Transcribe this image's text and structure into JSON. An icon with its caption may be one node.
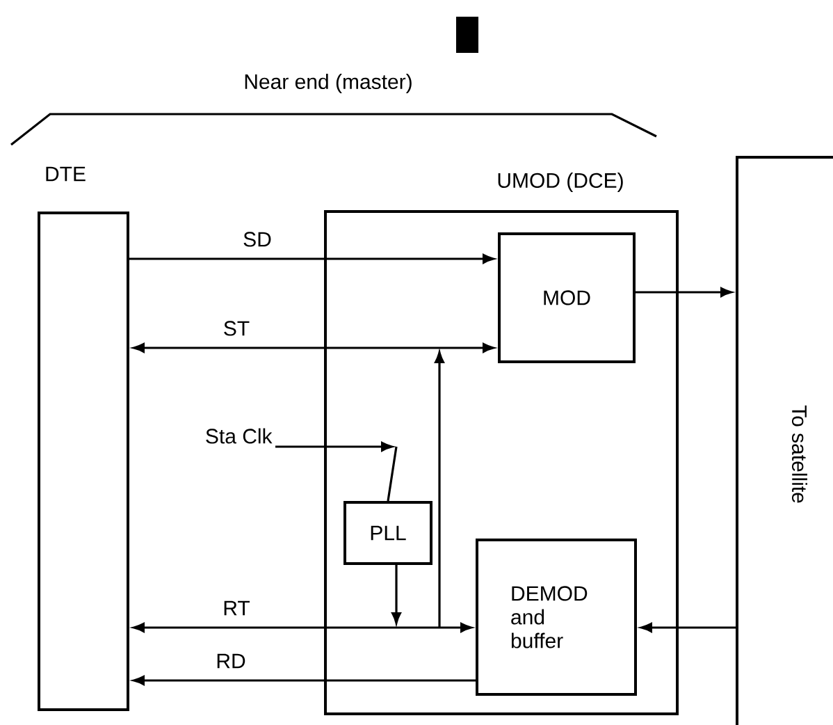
{
  "diagram": {
    "nodes": [
      {
        "text": [
          "DTE"
        ]
      },
      {
        "text": [
          "UMOD (DCE)"
        ]
      },
      {
        "text": [
          "MOD"
        ],
        "in": 1
      },
      {
        "text": [
          "PLL"
        ],
        "in": 1
      },
      {
        "text": [
          "DEMOD and buffer"
        ],
        "in": 1
      },
      {
        "text": [
          "To satellite"
        ]
      },
      {
        "text": [
          "Sta Clk"
        ]
      }
    ],
    "edges": [
      {
        "from": 0,
        "to": 2,
        "arrow": "to",
        "label": "SD"
      },
      {
        "from": 0,
        "to": 2,
        "arrow": "both",
        "label": "ST"
      },
      {
        "from": 0,
        "to": 4,
        "arrow": "both",
        "label": "RT"
      },
      {
        "from": 4,
        "to": 0,
        "arrow": "to",
        "label": "RD"
      },
      {
        "from": 2,
        "to": 5,
        "arrow": "to"
      },
      {
        "from": 5,
        "to": 4,
        "arrow": "to"
      },
      {
        "from": 6,
        "to": null,
        "arrow": "to"
      },
      {
        "from": 3,
        "to": null,
        "arrow": "to"
      },
      {
        "from": null,
        "to": 3,
        "arrow": "none"
      }
    ],
    "labels": [
      "Near end (master)"
    ]
  }
}
